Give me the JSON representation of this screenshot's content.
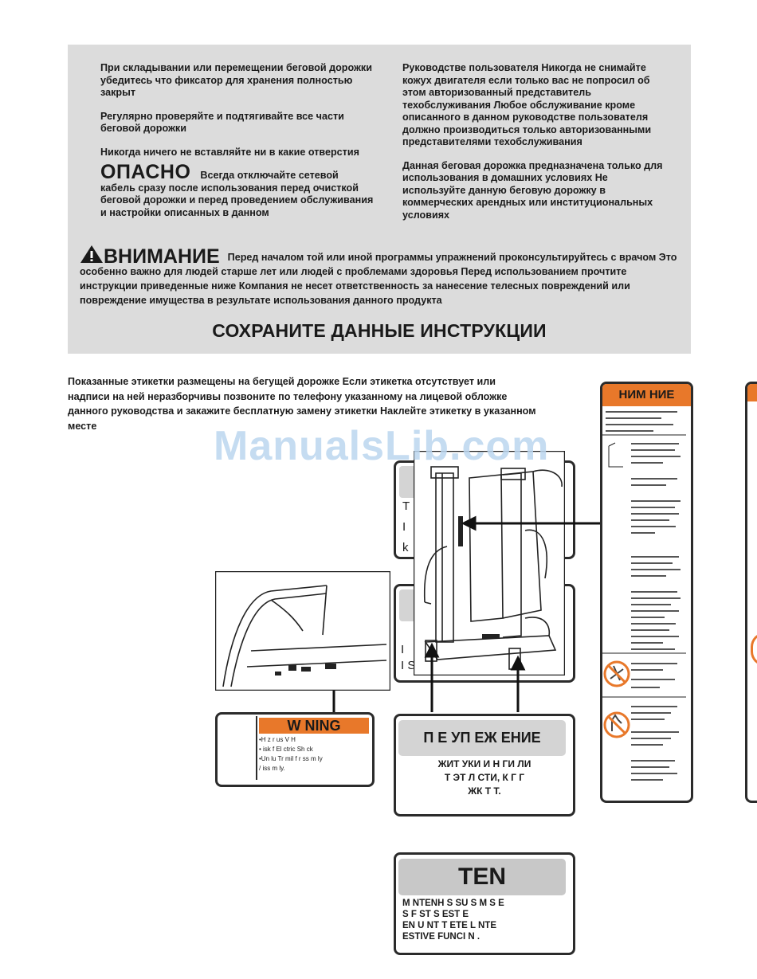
{
  "info_box": {
    "left_paragraphs": [
      "При складывании или перемещении беговой дорожки убедитесь  что фиксатор для хранения полностью закрыт",
      "Регулярно проверяйте и подтягивайте все части беговой дорожки",
      "Никогда ничего не вставляйте ни в какие отверстия"
    ],
    "danger_word": "ОПАСНО",
    "danger_text": "Всегда отключайте сетевой кабель сразу после использования  перед очисткой беговой дорожки и перед проведением обслуживания и настройки  описанных в данном",
    "right_paragraphs": [
      "Руководстве пользователя  Никогда не снимайте кожух двигателя  если только вас не попросил об этом авторизованный представитель техобслуживания  Любое обслуживание  кроме описанного в данном руководстве пользователя должно производиться только авторизованными представителями техобслуживания",
      "Данная беговая дорожка предназначена только для использования в домашних условиях  Не используйте данную беговую дорожку в коммерческих  арендных или институциональных условиях"
    ],
    "warning_word": "ВНИМАНИЕ",
    "warning_text": "Перед началом той или иной программы упражнений проконсультируйтесь с врачом  Это особенно важно для людей старше      лет или людей с проблемами здоровья  Перед использованием прочтите инструкции  приведенные ниже  Компания          не несет ответственность за нанесение телесных повреждений или повреждение имущества в результате использования данного продукта",
    "save_title": "СОХРАНИТЕ ДАННЫЕ ИНСТРУКЦИИ"
  },
  "intro_text": "Показанные этикетки размещены на бегущей дорожке  Если этикетка отсутствует или надписи на ней неразборчивы  позвоните по телефону  указанному на лицевой обложке данного руководства  и закажите бесплатную замену этикетки  Наклейте этикетку в указанном месте",
  "watermark": "ManualsLib.com",
  "labels": {
    "tall_header": "НИМ  НИЕ",
    "warning_header": "W      NING",
    "warning_lines": [
      "•H z r us V H",
      "•  isk f El ctric Sh ck",
      "•Un lu Tr mil  f r  ss m ly",
      "  /  iss m ly."
    ],
    "preupr_header": "П   Е  УП  ЕЖ   ЕНИЕ",
    "preupr_lines": [
      "ЖИТ    УКИ И Н  ГИ      ЛИ",
      "Т ЭТ       Л СТИ, К  Г       Г",
      "ЖК         Т   Т."
    ],
    "ten_header": "TEN",
    "ten_lines": [
      "M  NTENH     S SU   S M     S E",
      "    S   F  ST      S   EST       E",
      "EN  U   NT      T   ETE      L  NTE",
      "ESTIVE     FUNCI  N    ."
    ],
    "partial_lines": [
      "T",
      "I",
      "k"
    ],
    "partial2_lines": [
      "I",
      "I S"
    ]
  },
  "colors": {
    "box_gray": "#dcdcdc",
    "label_orange": "#e8782a",
    "watermark_blue": "#bcd6ef"
  },
  "icons": [
    "warning-triangle-icon",
    "person-hazard-icon",
    "hand-hazard-icon"
  ]
}
